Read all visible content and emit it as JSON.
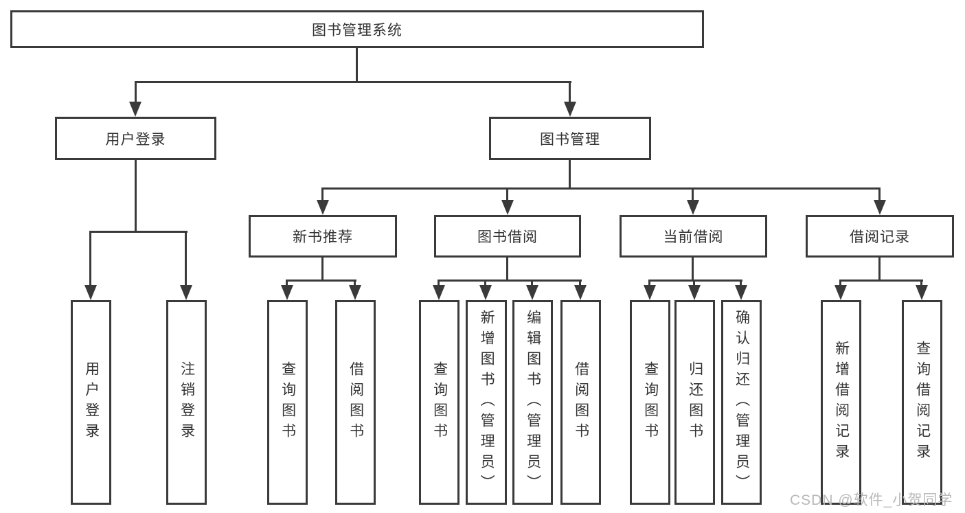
{
  "diagram_type": "functional-structure-tree",
  "tree": {
    "label": "图书管理系统",
    "children": [
      {
        "label": "用户登录",
        "children": [
          {
            "label": "用户登录"
          },
          {
            "label": "注销登录"
          }
        ]
      },
      {
        "label": "图书管理",
        "children": [
          {
            "label": "新书推荐",
            "children": [
              {
                "label": "查询图书"
              },
              {
                "label": "借阅图书"
              }
            ]
          },
          {
            "label": "图书借阅",
            "children": [
              {
                "label": "查询图书"
              },
              {
                "label": "新增图书（管理员）"
              },
              {
                "label": "编辑图书（管理员）"
              },
              {
                "label": "借阅图书"
              }
            ]
          },
          {
            "label": "当前借阅",
            "children": [
              {
                "label": "查询图书"
              },
              {
                "label": "归还图书"
              },
              {
                "label": "确认归还（管理员）"
              }
            ]
          },
          {
            "label": "借阅记录",
            "children": [
              {
                "label": "新增借阅记录"
              },
              {
                "label": "查询借阅记录"
              }
            ]
          }
        ]
      }
    ]
  },
  "watermark": {
    "text": "CSDN @软件_小贺同学"
  },
  "colors": {
    "line": "#3a3a3a",
    "text": "#333333",
    "watermark": "#b9b9b9",
    "background": "#ffffff"
  }
}
